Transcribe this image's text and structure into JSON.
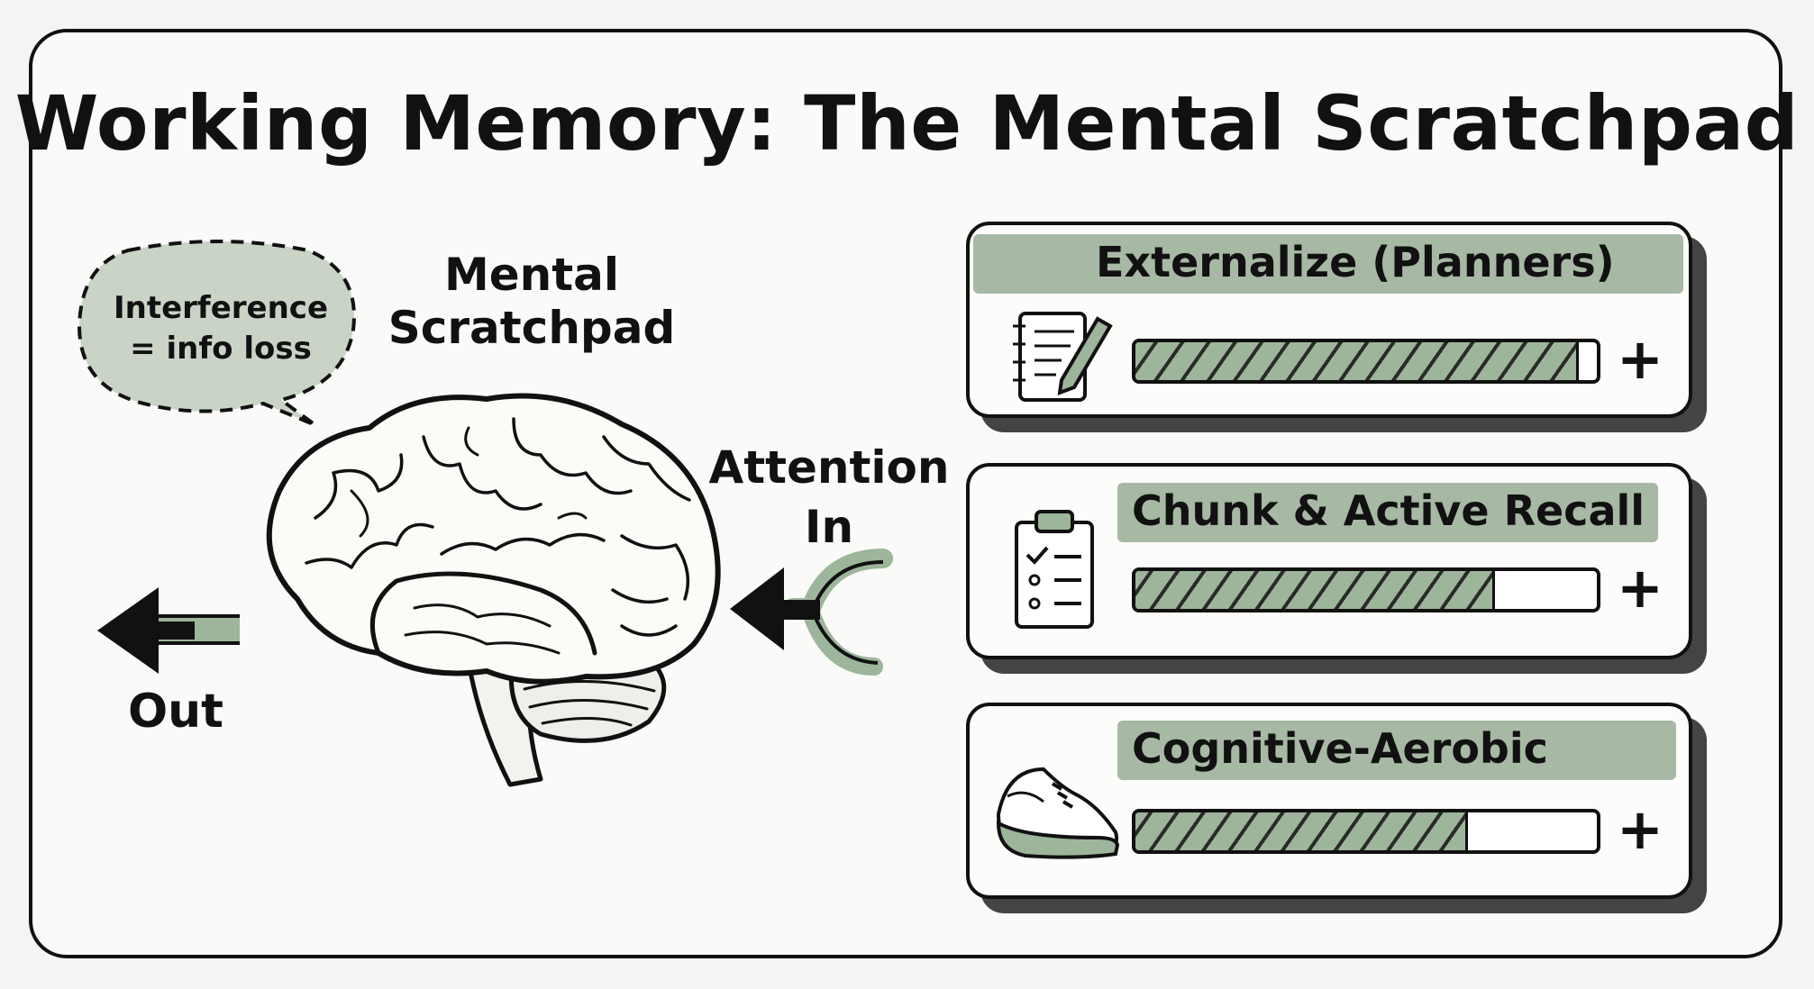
{
  "title": "Working Memory: The Mental Scratchpad",
  "bubble": {
    "line1": "Interference",
    "line2": "= info loss"
  },
  "brain_label": {
    "line1": "Mental",
    "line2": "Scratchpad"
  },
  "attention_label": {
    "line1": "Attention",
    "line2": "In"
  },
  "out_label": "Out",
  "strategies": [
    {
      "label": "Externalize (Planners)",
      "icon": "notebook-pen-icon",
      "level": 0.96
    },
    {
      "label": "Chunk & Active Recall",
      "icon": "checklist-clipboard-icon",
      "level": 0.78
    },
    {
      "label": "Cognitive-Aerobic",
      "icon": "sneaker-icon",
      "level": 0.72
    }
  ],
  "plus_symbol": "+",
  "colors": {
    "accent": "#a7b9a4",
    "ink": "#111111",
    "background": "#f4f4f2"
  }
}
